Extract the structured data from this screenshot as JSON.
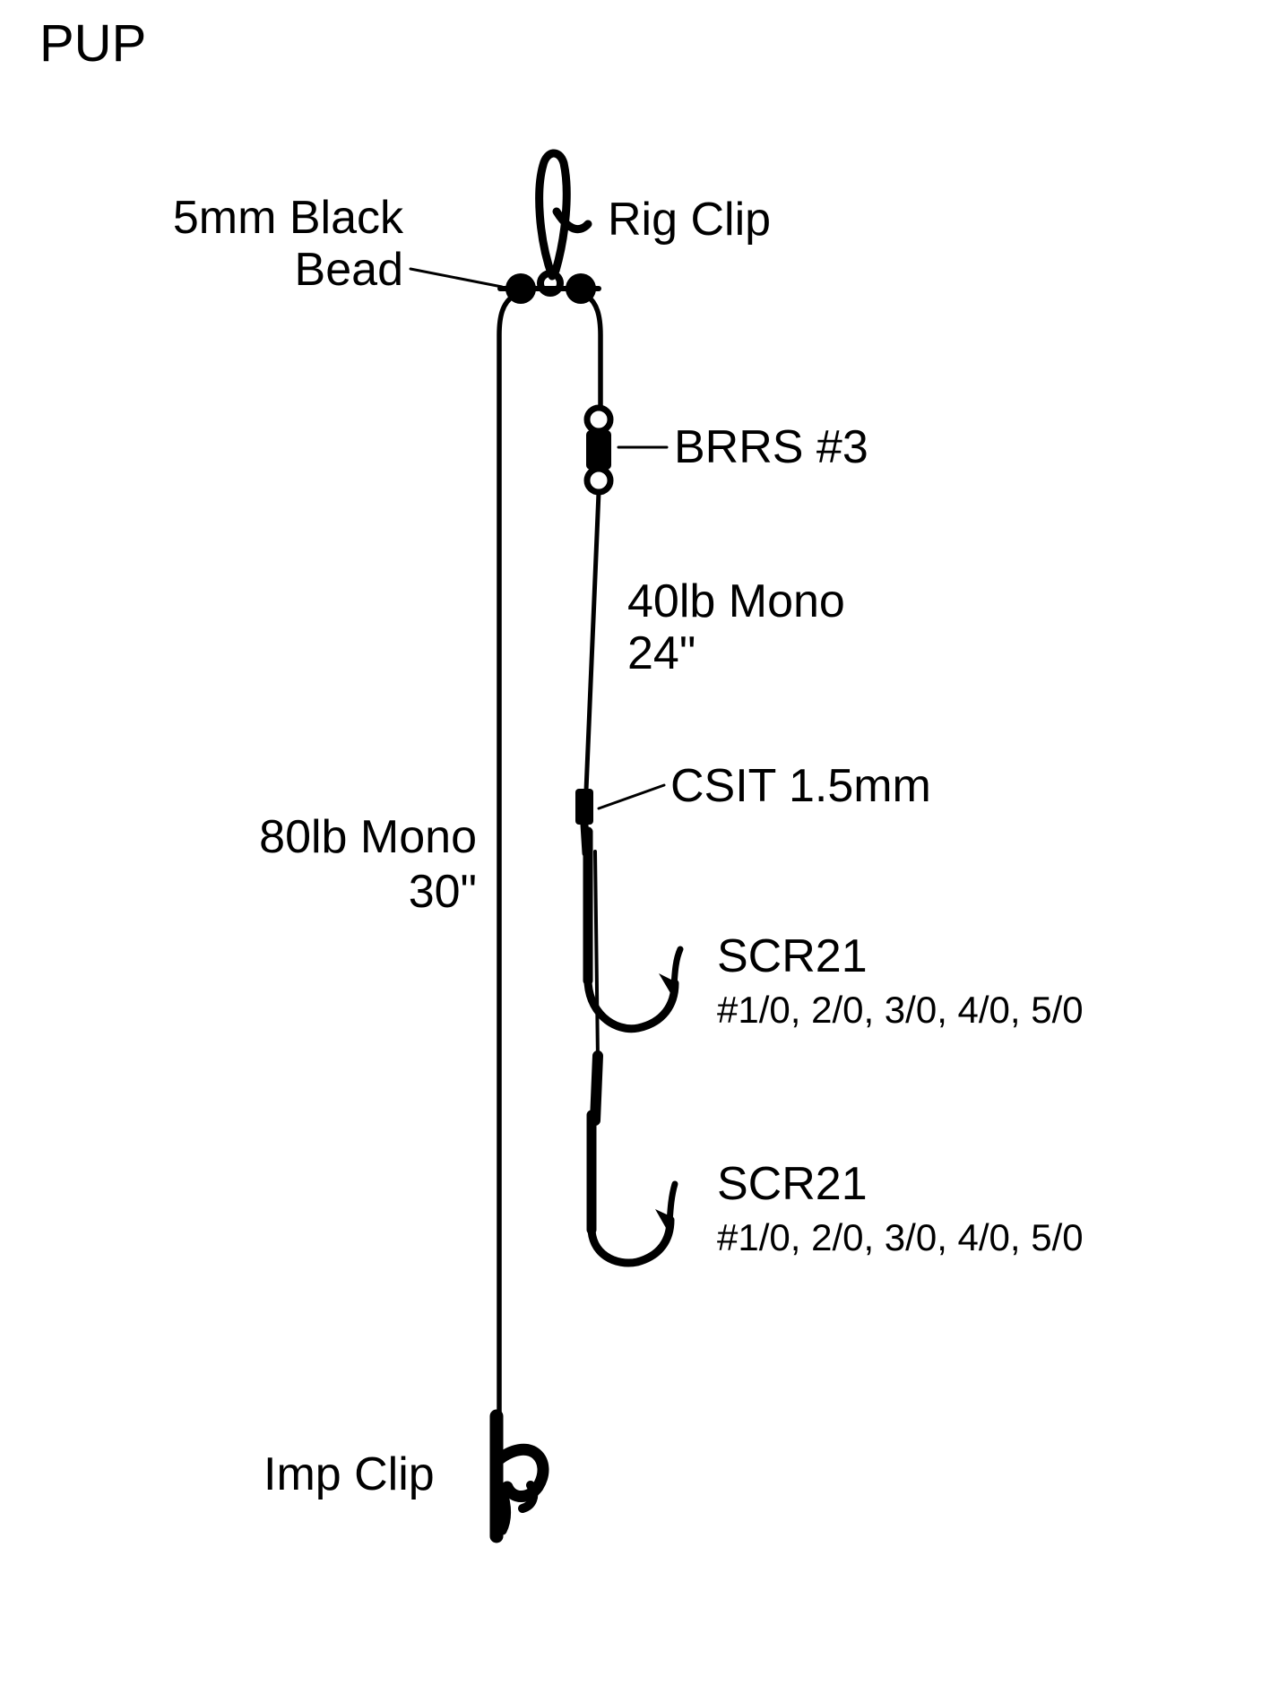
{
  "title": "PUP",
  "diagram": {
    "bead_label": {
      "line1": "5mm Black",
      "line2": "Bead"
    },
    "rig_clip_label": "Rig Clip",
    "swivel_label": "BRRS #3",
    "hook_leader_label": {
      "line1": "40lb Mono",
      "line2": "24\""
    },
    "crimp_label": "CSIT 1.5mm",
    "main_line_label": {
      "line1": "80lb Mono",
      "line2": "30\""
    },
    "hook1": {
      "model": "SCR21",
      "sizes": "#1/0, 2/0, 3/0, 4/0, 5/0"
    },
    "hook2": {
      "model": "SCR21",
      "sizes": "#1/0, 2/0, 3/0, 4/0, 5/0"
    },
    "imp_clip_label": "Imp Clip",
    "colors": {
      "ink": "#000000",
      "background": "#ffffff"
    }
  }
}
